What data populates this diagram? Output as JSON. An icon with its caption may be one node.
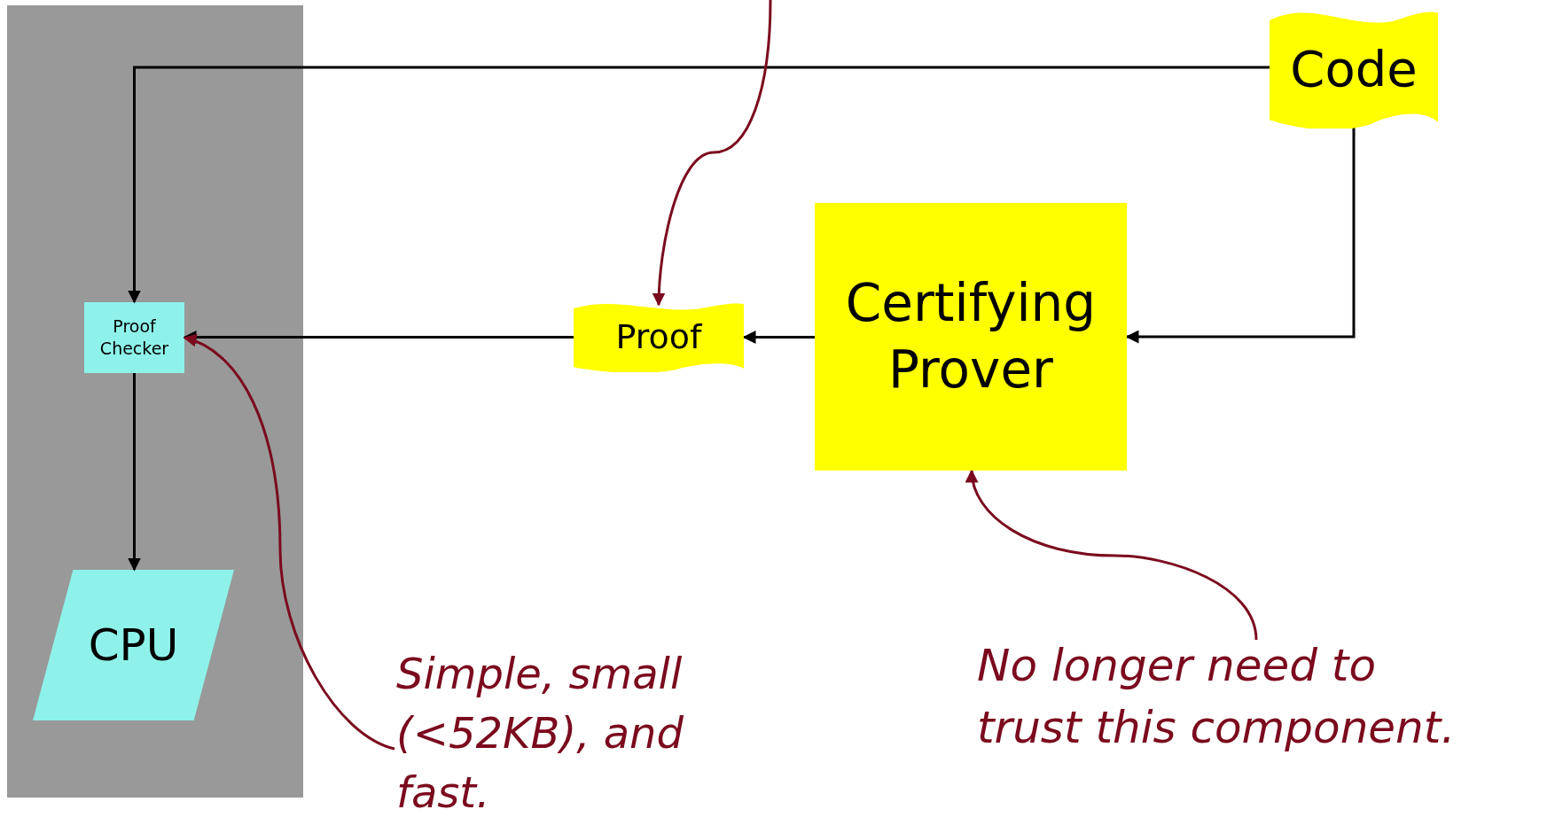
{
  "diagram": {
    "nodes": [
      {
        "text": [],
        "shape": "box"
      },
      {
        "text": [
          "Code"
        ]
      },
      {
        "text": [
          "Certifying Prover"
        ]
      },
      {
        "text": [
          "Proof"
        ]
      },
      {
        "text": [
          "Proof Checker"
        ],
        "in": 0
      },
      {
        "text": [
          "CPU"
        ],
        "in": 0
      },
      {
        "text": [
          "Simple, small (<52KB), and fast."
        ]
      },
      {
        "text": [
          "No longer need to trust this component."
        ]
      }
    ],
    "edges": [
      {
        "from": 1,
        "to": 4,
        "arrow": "to"
      },
      {
        "from": 1,
        "to": 2,
        "arrow": "to"
      },
      {
        "from": 2,
        "to": 3,
        "arrow": "to"
      },
      {
        "from": 3,
        "to": 4,
        "arrow": "to"
      },
      {
        "from": 4,
        "to": 5,
        "arrow": "to"
      },
      {
        "from": null,
        "to": 3,
        "arrow": "to",
        "color": "#7b0a1e"
      },
      {
        "from": 6,
        "to": 4,
        "arrow": "to",
        "color": "#7b0a1e"
      },
      {
        "from": 7,
        "to": 2,
        "arrow": "to",
        "color": "#7b0a1e"
      }
    ]
  }
}
